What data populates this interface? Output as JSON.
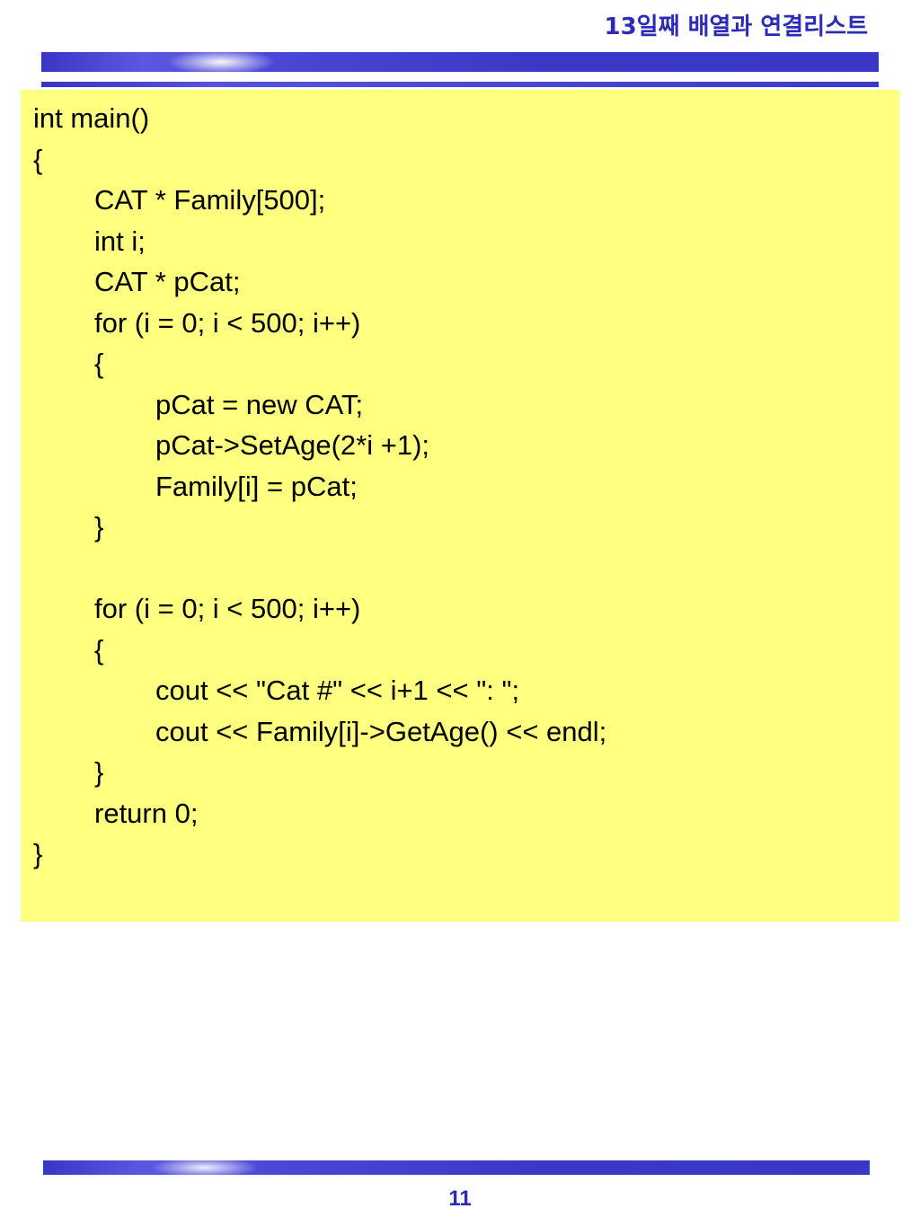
{
  "header": {
    "title": "13일째 배열과 연결리스트"
  },
  "code": {
    "lines": [
      {
        "text": "int main()",
        "indent": 0
      },
      {
        "text": "{",
        "indent": 0
      },
      {
        "text": "CAT * Family[500];",
        "indent": 1
      },
      {
        "text": "int i;",
        "indent": 1
      },
      {
        "text": "CAT * pCat;",
        "indent": 1
      },
      {
        "text": "for (i = 0; i < 500; i++)",
        "indent": 1
      },
      {
        "text": "{",
        "indent": 1
      },
      {
        "text": "pCat = new CAT;",
        "indent": 2
      },
      {
        "text": "pCat->SetAge(2*i +1);",
        "indent": 2
      },
      {
        "text": "Family[i] = pCat;",
        "indent": 2
      },
      {
        "text": "}",
        "indent": 1
      },
      {
        "text": "",
        "indent": 0
      },
      {
        "text": "for (i = 0; i < 500; i++)",
        "indent": 1
      },
      {
        "text": "{",
        "indent": 1
      },
      {
        "text": "cout << \"Cat #\" << i+1 << \": \";",
        "indent": 2
      },
      {
        "text": "cout << Family[i]->GetAge() << endl;",
        "indent": 2
      },
      {
        "text": "}",
        "indent": 1
      },
      {
        "text": "return 0;",
        "indent": 1
      },
      {
        "text": "}",
        "indent": 0
      }
    ]
  },
  "footer": {
    "page_number": "11"
  },
  "colors": {
    "title": "#2b2bb8",
    "band": "#3a36c4",
    "code_background": "#ffff80"
  }
}
